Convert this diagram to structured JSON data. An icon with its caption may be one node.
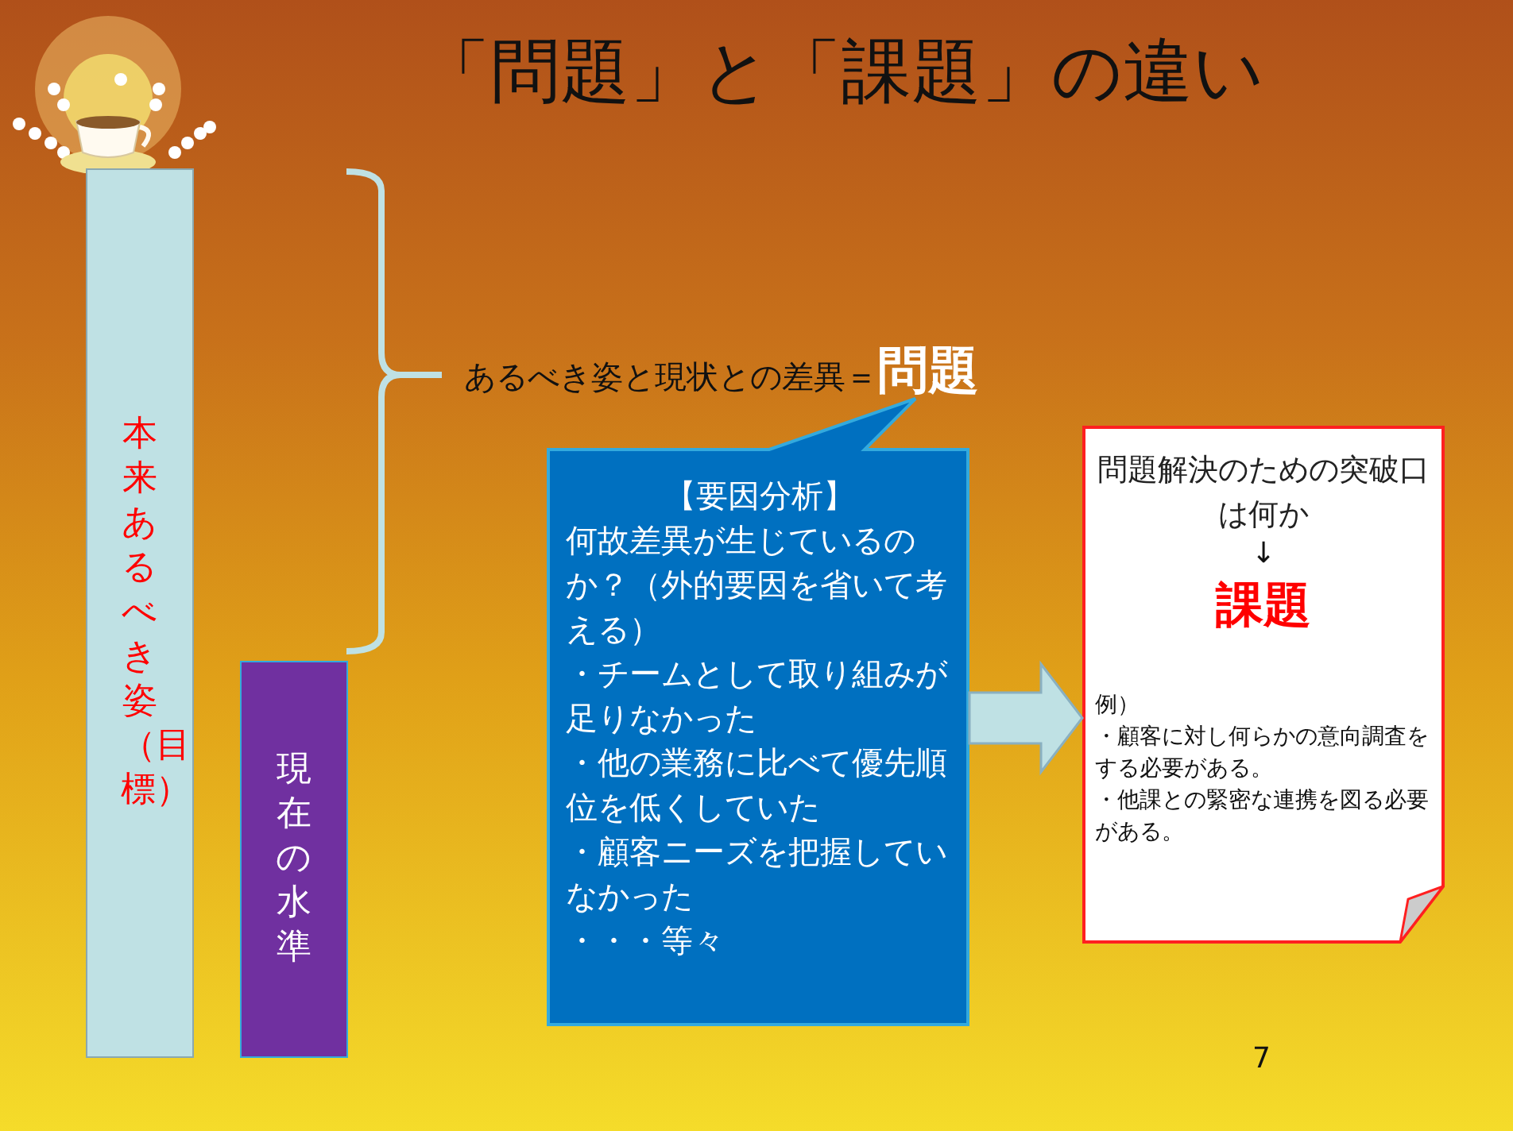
{
  "diagram": {
    "title": "「問題」と「課題」の違い",
    "nodes": [
      {
        "text": [
          "本来あるべき姿（目標）"
        ]
      },
      {
        "text": [
          "現在の水準"
        ]
      },
      {
        "text": [
          "あるべき姿と現状との差異＝",
          "問題"
        ]
      },
      {
        "text": [
          "【要因分析】",
          "何故差異が生じているのか？（外的要因を省いて考える）",
          "・チームとして取り組みが足りなかった",
          "・他の業務に比べて優先順位を低くしていた",
          "・顧客ニーズを把握していなかった",
          "・・・等々"
        ]
      },
      {
        "text": [
          "問題解決のための突破口は何か",
          "↓",
          "課題",
          "例）",
          "・顧客に対し何らかの意向調査をする必要がある。",
          "・他課との緊密な連携を図る必要がある。"
        ]
      }
    ],
    "edges": [
      {
        "from": 3,
        "to": 4,
        "arrow": "to"
      }
    ],
    "labels": [
      "7"
    ]
  }
}
